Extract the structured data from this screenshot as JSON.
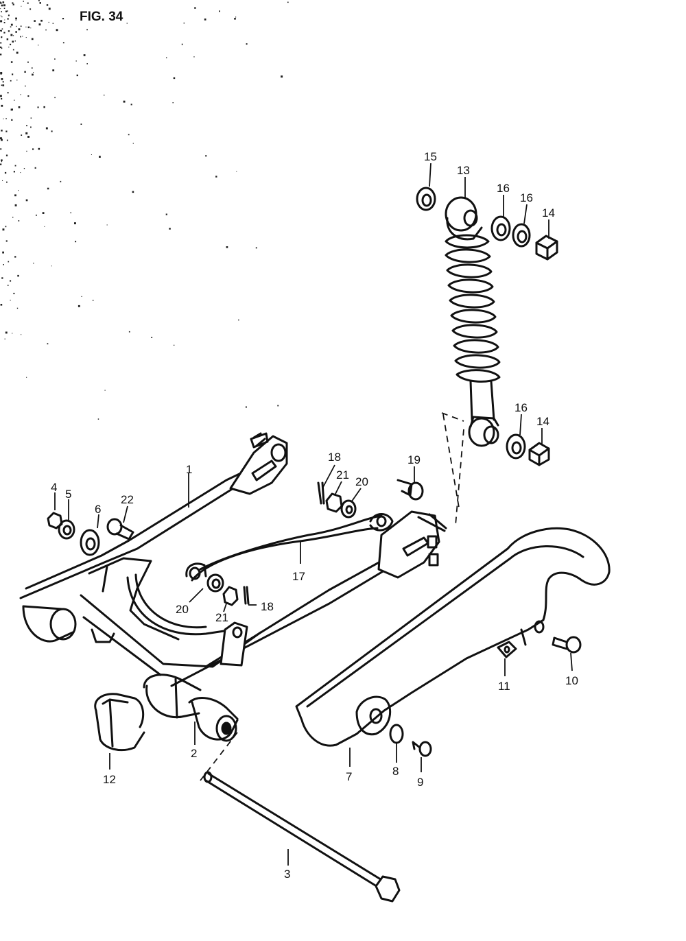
{
  "figure": {
    "title": "FIG. 34"
  },
  "callouts": {
    "c1": "1",
    "c2": "2",
    "c3": "3",
    "c4": "4",
    "c5": "5",
    "c6": "6",
    "c7": "7",
    "c8": "8",
    "c9": "9",
    "c10": "10",
    "c11": "11",
    "c12": "12",
    "c13": "13",
    "c14a": "14",
    "c14b": "14",
    "c15": "15",
    "c16a": "16",
    "c16b": "16",
    "c16c": "16",
    "c17": "17",
    "c18a": "18",
    "c18b": "18",
    "c19": "19",
    "c20a": "20",
    "c20b": "20",
    "c21a": "21",
    "c21b": "21",
    "c22": "22"
  }
}
